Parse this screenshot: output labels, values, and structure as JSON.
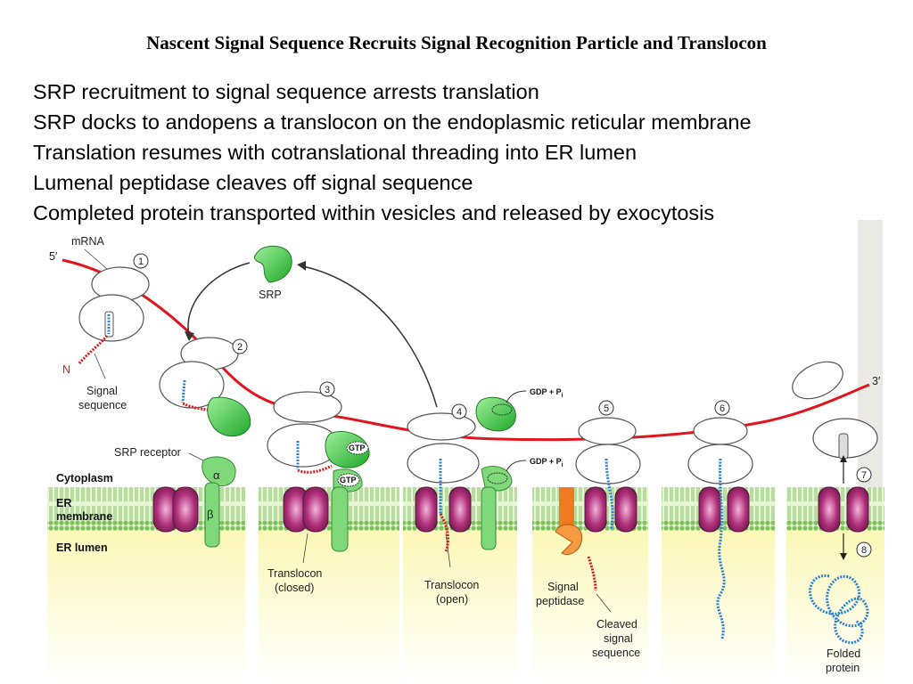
{
  "title": "Nascent Signal Sequence Recruits Signal Recognition Particle and Translocon",
  "bullets": [
    "SRP recruitment to signal sequence arrests translation",
    "SRP docks to andopens a translocon on the endoplasmic reticular membrane",
    "Translation resumes with cotranslational threading into ER lumen",
    "Lumenal peptidase cleaves off signal sequence",
    "Completed protein transported within vesicles and released by exocytosis"
  ],
  "diagram": {
    "mrna_label": "mRNA",
    "five_prime": "5′",
    "three_prime": "3′",
    "n_terminus": "N",
    "signal_sequence_label": [
      "Signal",
      "sequence"
    ],
    "srp_label": "SRP",
    "srp_receptor_label": "SRP receptor",
    "alpha": "α",
    "beta": "β",
    "cytoplasm_label": "Cytoplasm",
    "er_membrane_label": [
      "ER",
      "membrane"
    ],
    "er_lumen_label": "ER lumen",
    "gtp": "GTP",
    "gdp_pi": "GDP + P",
    "pi_sub": "i",
    "translocon_closed_label": [
      "Translocon",
      "(closed)"
    ],
    "translocon_open_label": [
      "Translocon",
      "(open)"
    ],
    "signal_peptidase_label": [
      "Signal",
      "peptidase"
    ],
    "cleaved_signal_label": [
      "Cleaved",
      "signal",
      "sequence"
    ],
    "folded_protein_label": [
      "Folded",
      "protein"
    ],
    "steps": [
      "1",
      "2",
      "3",
      "4",
      "5",
      "6",
      "7",
      "8"
    ],
    "colors": {
      "mrna": "#e0161e",
      "srp_green": "#3cc43c",
      "receptor_green": "#7fd97a",
      "translocon_purple": "#b0307a",
      "lumen_yellow": "#fbf7b0",
      "membrane_green": "#9bd27a",
      "peptide_blue": "#2a7fd6",
      "signal_red": "#e0161e",
      "peptidase_orange": "#f07a20"
    }
  }
}
